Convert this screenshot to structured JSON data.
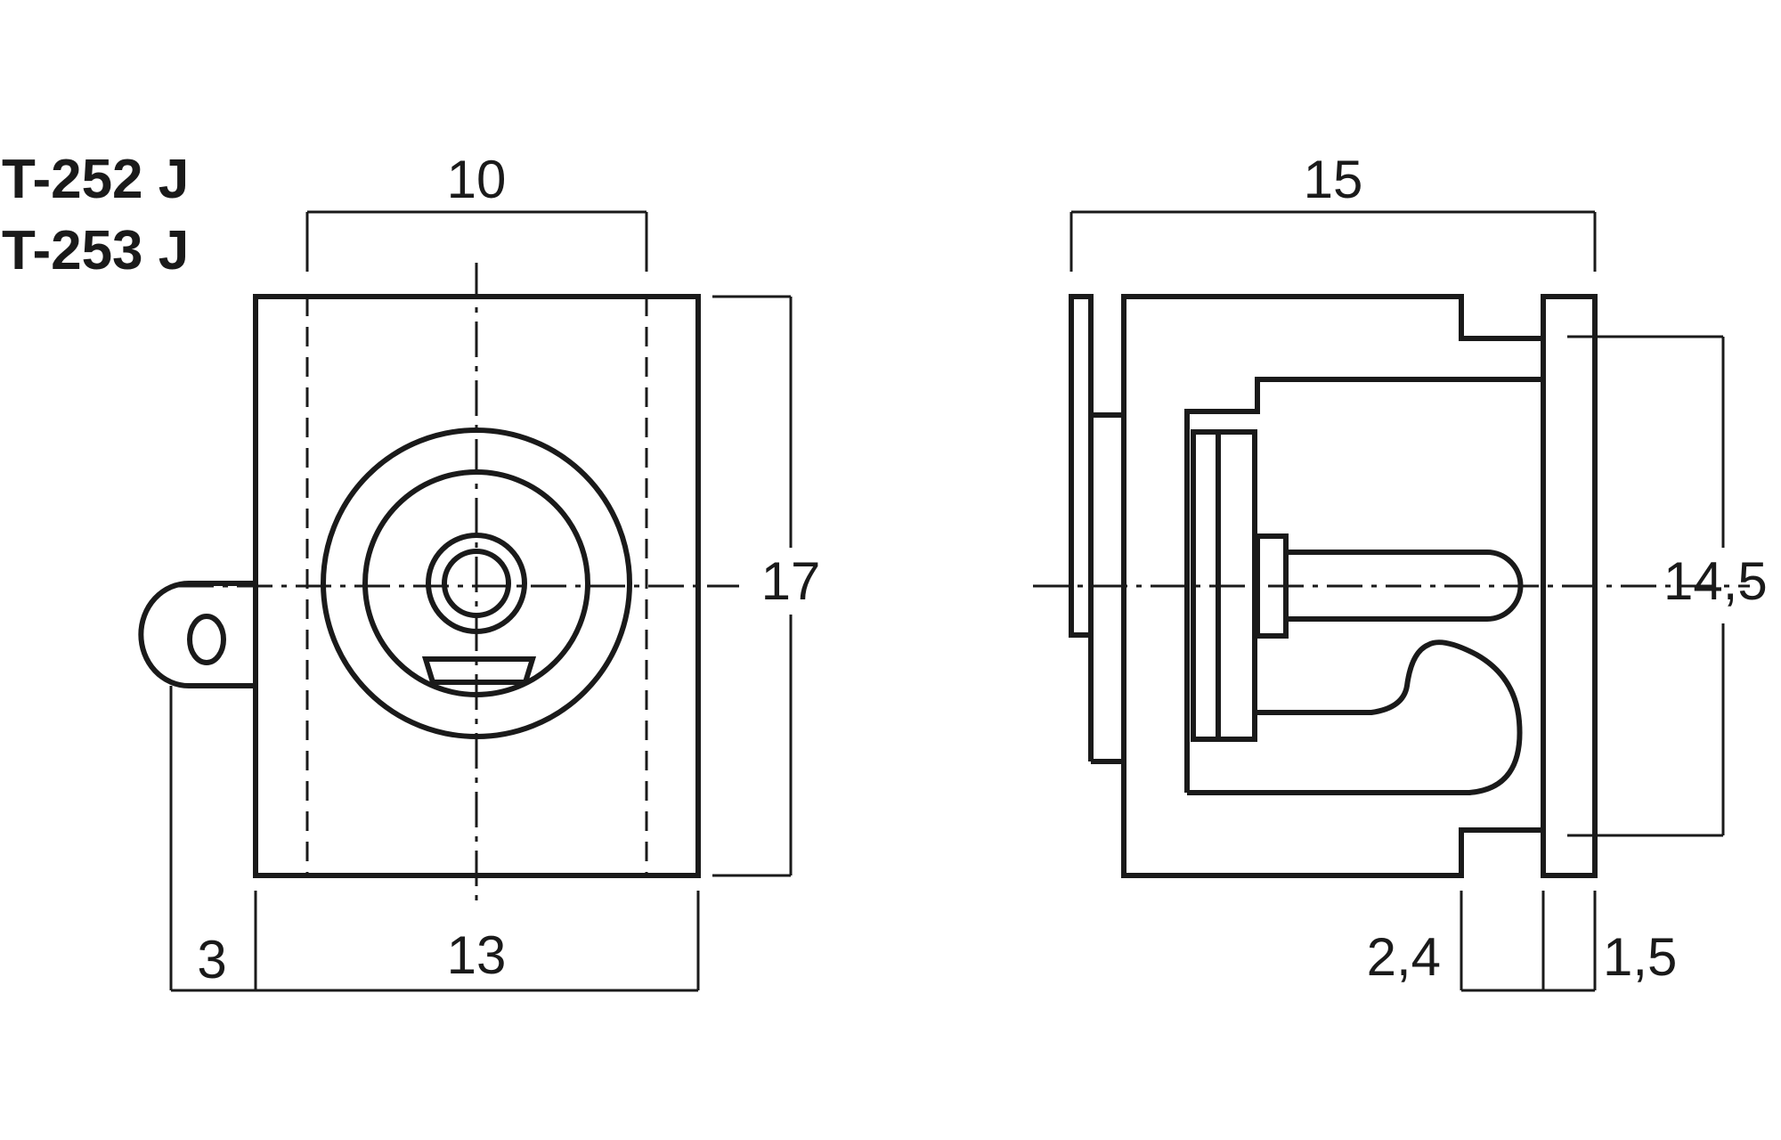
{
  "models": [
    "T-252 J",
    "T-253 J"
  ],
  "front_view": {
    "dims": {
      "hidden_width": "10",
      "height": "17",
      "tab_offset": "3",
      "width": "13"
    }
  },
  "side_view": {
    "dims": {
      "depth": "15",
      "flange_height": "14,5",
      "step": "2,4",
      "flange_thickness": "1,5"
    }
  }
}
